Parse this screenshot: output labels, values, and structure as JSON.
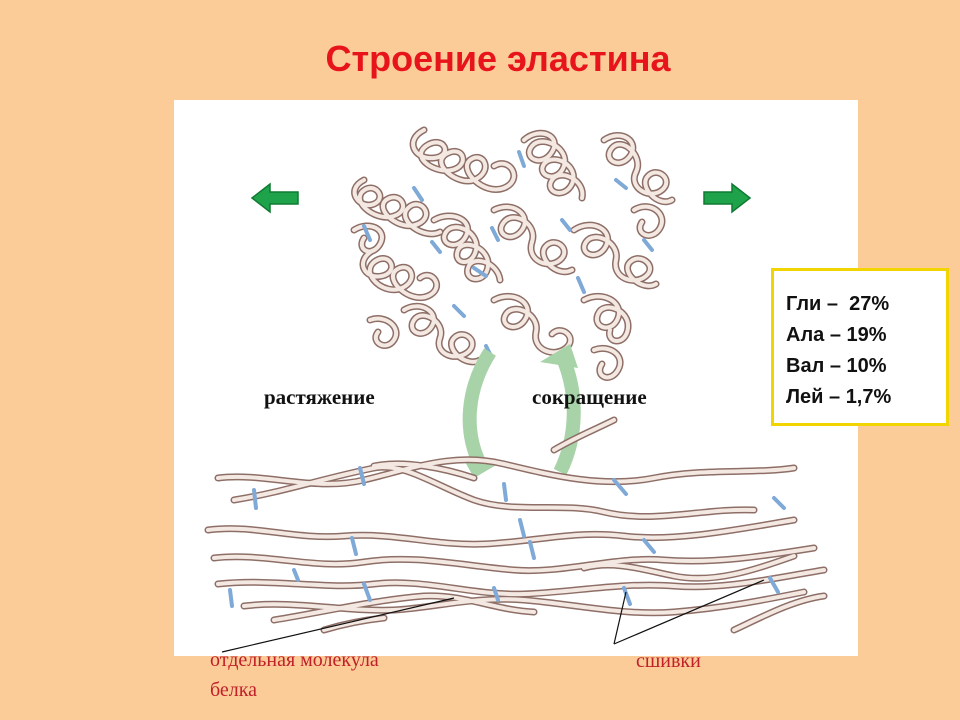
{
  "title": "Строение эластина",
  "labels": {
    "stretch": "растяжение",
    "contract": "сокращение",
    "molecule_line1": "отдельная молекула",
    "molecule_line2": "белка",
    "crosslinks": "сшивки"
  },
  "composition": [
    "Гли –  27%",
    "Ала – 19%",
    "Вал – 10%",
    "Лей – 1,7%"
  ],
  "colors": {
    "background": "#FBCB98",
    "title": "#E8141B",
    "fiber": "#C9A59A",
    "crosslink": "#7FA9D6",
    "arrow_green": "#1EA34A",
    "cycle_arrow": "#A8D3A8",
    "legend_border": "#F2D400",
    "caption": "#C0202A"
  }
}
